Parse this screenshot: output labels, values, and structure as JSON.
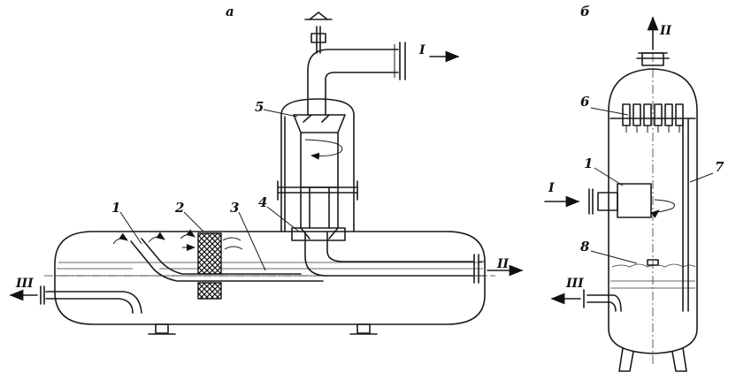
{
  "diagram": {
    "panel_a": {
      "caption": "а",
      "callouts": [
        "1",
        "2",
        "3",
        "4",
        "5"
      ],
      "streams": {
        "inlet": "I",
        "gas_outlet": "II",
        "liquid_outlet": "III"
      }
    },
    "panel_b": {
      "caption": "б",
      "callouts": [
        "6",
        "1",
        "7",
        "8"
      ],
      "streams": {
        "inlet": "I",
        "gas_outlet": "II",
        "liquid_outlet": "III"
      }
    }
  }
}
